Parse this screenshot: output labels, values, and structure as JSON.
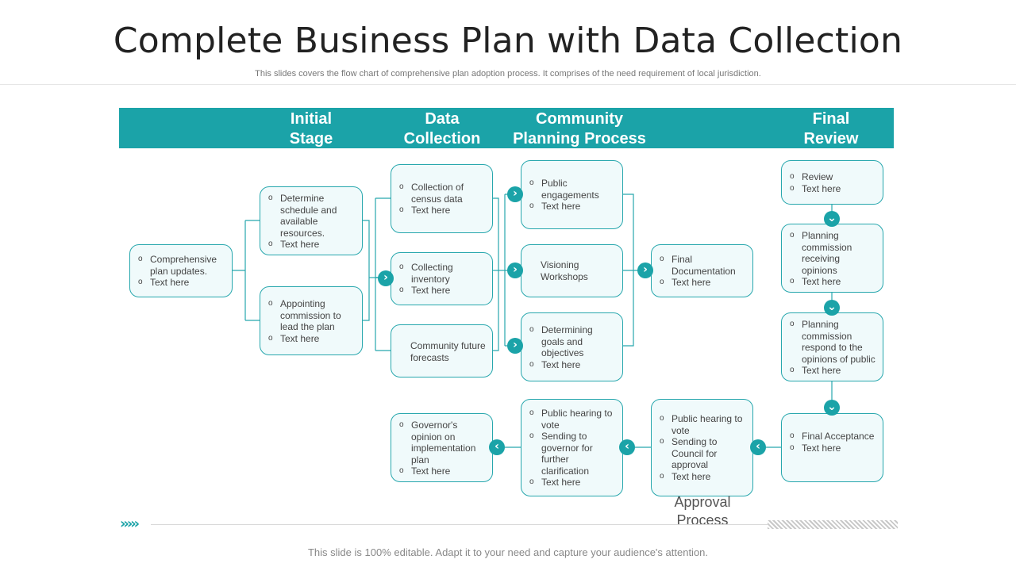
{
  "title": "Complete Business Plan with Data Collection",
  "subtitle": "This slides covers the flow chart of comprehensive plan adoption process. It comprises of the need requirement of local jurisdiction.",
  "headers": {
    "initial": [
      "Initial",
      "Stage"
    ],
    "data": [
      "Data",
      "Collection"
    ],
    "community": [
      "Community",
      "Planning Process"
    ],
    "final": [
      "Final",
      "Review"
    ]
  },
  "boxes": {
    "comprehensive": [
      "Comprehensive plan updates.",
      "Text here"
    ],
    "determine": [
      "Determine schedule and available resources.",
      "Text here"
    ],
    "appointing": [
      "Appointing commission to lead the plan",
      "Text here"
    ],
    "census": [
      "Collection of census data",
      "Text here"
    ],
    "inventory": [
      "Collecting inventory",
      "Text here"
    ],
    "forecasts": "Community future forecasts",
    "public_eng": [
      "Public engagements",
      "Text here"
    ],
    "visioning": "Visioning Workshops",
    "goals": [
      "Determining goals and objectives",
      "Text here"
    ],
    "final_doc": [
      "Final Documentation",
      "Text here"
    ],
    "review": [
      "Review",
      "Text here"
    ],
    "receiving": [
      "Planning commission receiving opinions",
      "Text here"
    ],
    "respond": [
      "Planning commission respond to the opinions of public",
      "Text here"
    ],
    "acceptance": [
      "Final Acceptance",
      "Text here"
    ],
    "hearing_council": [
      "Public hearing to vote",
      "Sending to Council for approval",
      "Text here"
    ],
    "hearing_governor": [
      "Public hearing to vote",
      "Sending to governor for further clarification",
      "Text here"
    ],
    "governor_opinion": [
      "Governor's opinion on implementation plan",
      "Text here"
    ]
  },
  "approval_label": [
    "Approval",
    "Process"
  ],
  "footer": "This slide is 100% editable. Adapt it to your need and capture your audience's attention.",
  "colors": {
    "teal": "#1ba3a8",
    "box_border": "#27a7ad",
    "box_fill": "#f0fafb"
  },
  "icons": {
    "arrow_right": "chevron-right-icon",
    "arrow_left": "chevron-left-icon",
    "arrow_down": "chevron-down-icon"
  }
}
